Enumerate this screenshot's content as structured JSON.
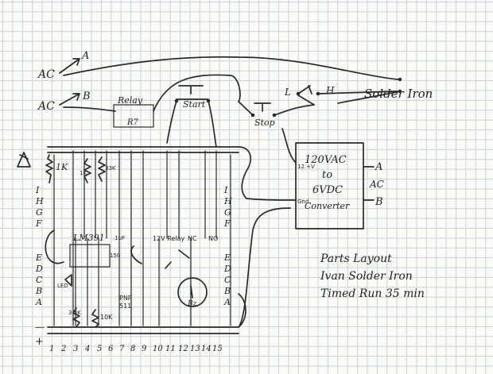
{
  "diagram": {
    "ac_in": {
      "ac_a": "AC",
      "a": "A",
      "ac_b": "AC",
      "b": "B"
    },
    "relay_label": "Relay",
    "relay_code": "R7",
    "start_label": "Start",
    "stop_label": "Stop",
    "solder_iron": {
      "l": "L",
      "h": "H",
      "label": "Solder Iron"
    },
    "converter": {
      "line1": "120VAC",
      "line2": "to",
      "line3": "6VDC",
      "line4": "Converter",
      "pin_pos": "12 +V",
      "pin_gnd": "Gnd",
      "out_a": "A",
      "out_ac": "AC",
      "out_b": "B"
    },
    "components": {
      "r1k": "1K",
      "r1k_b": "1K",
      "r33k": "33K",
      "ic": "LM391",
      "cap_01": ".1uF",
      "cap_150": "150",
      "relay12": "12V Relay",
      "nc": "NC",
      "no": "NO",
      "pnp": "PNP",
      "pnp_code": "511",
      "buzzer": "Bz",
      "r10k": "10K",
      "r3_3k": "3.3K",
      "led": "LED"
    },
    "row_labels_left": [
      "I",
      "H",
      "G",
      "F",
      "E",
      "D",
      "C",
      "B",
      "A"
    ],
    "row_labels_right": [
      "I",
      "H",
      "G",
      "F",
      "E",
      "D",
      "C",
      "B",
      "A"
    ],
    "rail_minus": "—",
    "rail_plus": "+",
    "columns": [
      "1",
      "2",
      "3",
      "4",
      "5",
      "6",
      "7",
      "8",
      "9",
      "10",
      "11",
      "12",
      "13",
      "14",
      "15"
    ],
    "notes": {
      "line1": "Parts Layout",
      "line2": "Ivan Solder Iron",
      "line3": "Timed Run 35 min"
    }
  }
}
